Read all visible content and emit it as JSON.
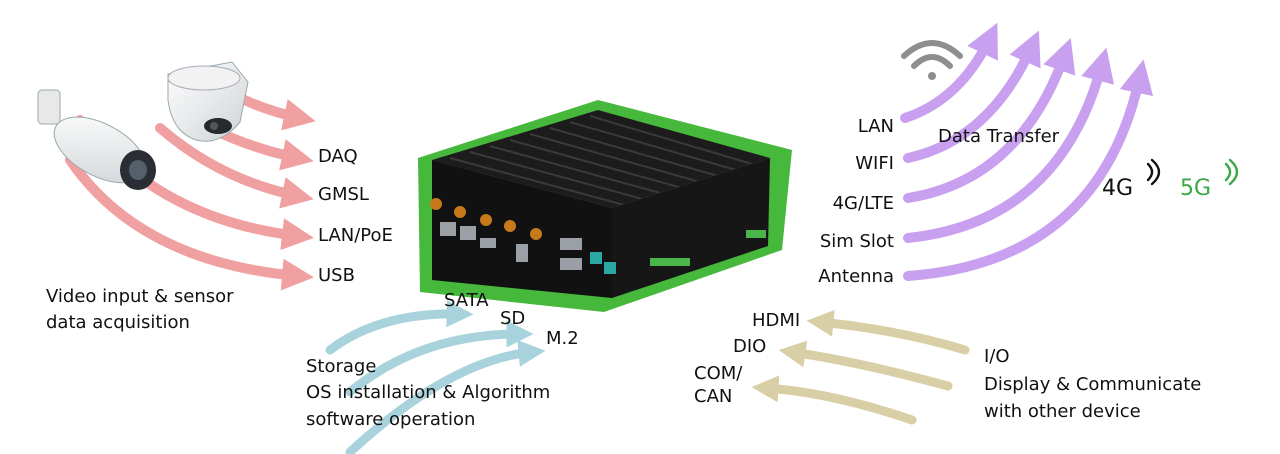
{
  "left": {
    "inputs": [
      "DAQ",
      "GMSL",
      "LAN/PoE",
      "USB"
    ],
    "caption_lines": [
      "Video input & sensor",
      "data acquisition"
    ]
  },
  "storage": {
    "items": [
      "SATA",
      "SD",
      "M.2"
    ],
    "caption_lines": [
      "Storage",
      "OS installation & Algorithm",
      "software operation"
    ]
  },
  "io": {
    "items": [
      "HDMI",
      "DIO",
      "COM/",
      "CAN"
    ],
    "caption_lines": [
      "I/O",
      "Display & Communicate",
      "with other device"
    ]
  },
  "right": {
    "items": [
      "LAN",
      "WIFI",
      "4G/LTE",
      "Sim Slot",
      "Antenna"
    ],
    "title": "Data Transfer",
    "badge_4g": "4G",
    "badge_5g": "5G"
  },
  "colors": {
    "red_arrow": "#f0a0a0",
    "purple_arrow": "#c9a0f0",
    "blue_arrow": "#a9d3dc",
    "tan_arrow": "#d9cfa6",
    "device_green": "#46b83c",
    "device_body": "#1c1c1c"
  },
  "icons": [
    "dome-camera-icon",
    "bullet-camera-icon",
    "wifi-icon",
    "signal-icon"
  ]
}
